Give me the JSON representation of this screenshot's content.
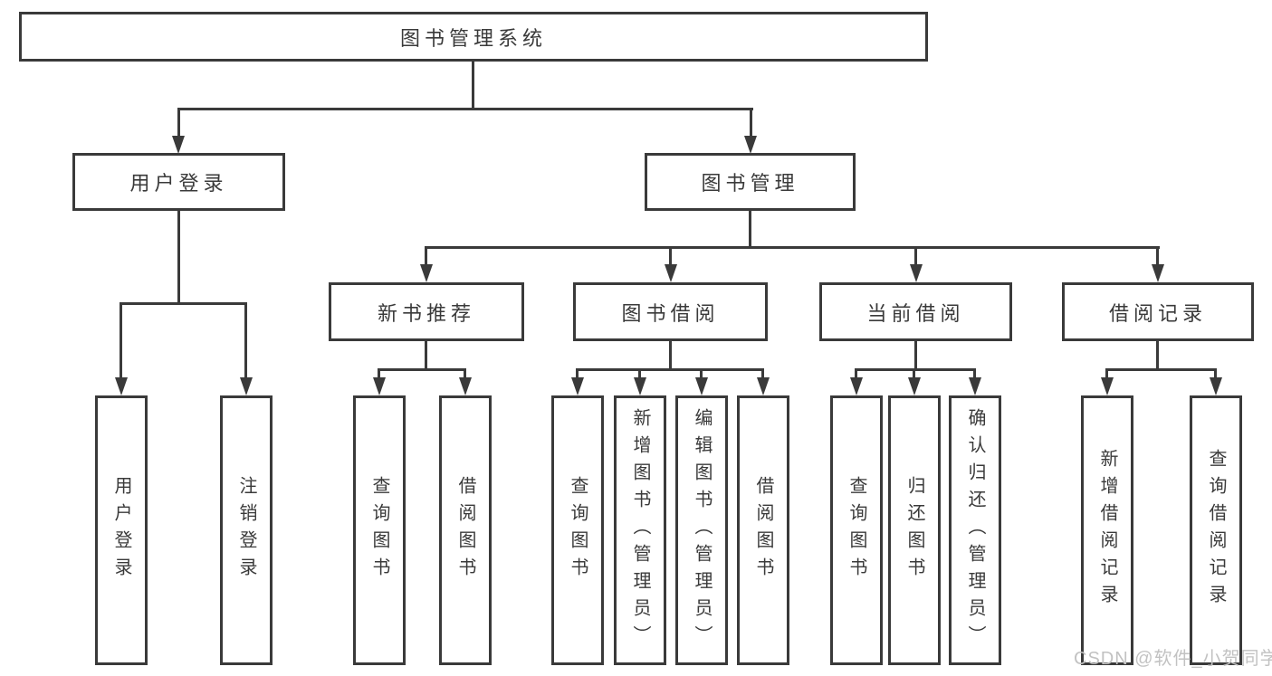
{
  "colors": {
    "line": "#3a3a3a",
    "text": "#3a3a3a",
    "watermark": "#c2c2c2",
    "background": "#ffffff"
  },
  "watermark": {
    "text": "CSDN @软件_小贺同学"
  },
  "nodes": {
    "root": "图书管理系统",
    "userLogin": "用户登录",
    "bookMgmt": "图书管理",
    "newBookRec": "新书推荐",
    "bookBorrow": "图书借阅",
    "currentBorrow": "当前借阅",
    "borrowRecord": "借阅记录",
    "loginLeaf": "用户登录",
    "logoutLeaf": "注销登录",
    "recQuery": "查询图书",
    "recBorrow": "借阅图书",
    "bbQuery": "查询图书",
    "bbAdd": "新增图书（管理员）",
    "bbEdit": "编辑图书（管理员）",
    "bbBorrow": "借阅图书",
    "cbQuery": "查询图书",
    "cbReturn": "归还图书",
    "cbConfirm": "确认归还（管理员）",
    "brAdd": "新增借阅记录",
    "brQuery": "查询借阅记录"
  }
}
